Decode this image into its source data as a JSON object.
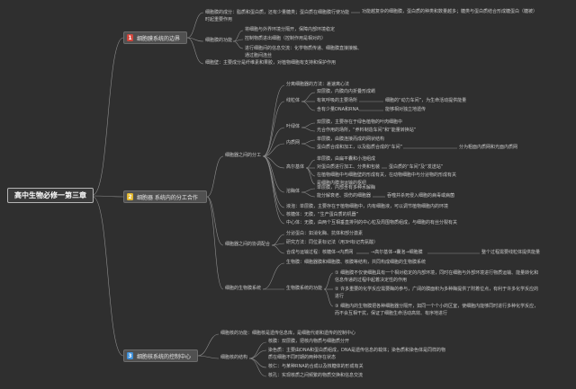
{
  "colors": {
    "background": "#2f2f2f",
    "line": "#8e8e8e",
    "text": "#c9c9c9",
    "badge_1": "#d2463c",
    "badge_2": "#e3b82f",
    "badge_3": "#3f90d9"
  },
  "root": {
    "title": "高中生物必修一第三章"
  },
  "branch1": {
    "number": "1",
    "title": "细胞膜系统的边界",
    "composition": "细胞膜的成分：脂质和蛋白质，还有少量糖类；蛋白质在细胞膜行使功能时起重要作用",
    "composition_note": "功能越复杂的细胞膜，蛋白质的种类和数量越多；糖类与蛋白质结合形成糖蛋白（糖被）",
    "functions": {
      "label": "细胞膜的功能",
      "items": [
        "将细胞与外界环境分隔开，保障内部环境稳定",
        "控制物质进出细胞（控制作用是相对的）",
        "进行细胞间的信息交流：化学物质传递、细胞膜直接接触、通过胞间连丝"
      ]
    },
    "cell_wall": "细胞壁：主要成分是纤维素和果胶，对植物细胞有支持和保护作用"
  },
  "branch2": {
    "number": "2",
    "title": "细胞器 系统内的分工合作",
    "division": {
      "label": "细胞器之间的分工",
      "separation": "分离细胞器的方法：差速离心法",
      "mitochondria": {
        "label": "线粒体",
        "items": [
          "双层膜，内膜向内折叠形成嵴",
          "有氧呼吸的主要场所",
          "含有少量DNA和RNA"
        ],
        "notes": [
          "细胞的“动力车间”，为生命活动提供能量",
          "能够相对独立地遗传"
        ]
      },
      "chloroplast": {
        "label": "叶绿体",
        "items": [
          "双层膜，主要存在于绿色植物的叶肉细胞中",
          "光合作用的场所，“养料制造车间”和“能量转换站”"
        ]
      },
      "er": {
        "label": "内质网",
        "items": [
          "单层膜，由膜连接而成的网状结构",
          "蛋白质合成和加工，以及脂质合成的“车间”"
        ],
        "note": "分为粗面内质网和光面内质网"
      },
      "golgi": {
        "label": "高尔基体",
        "items": [
          "单层膜，由扁平囊和小泡组成",
          "对蛋白质进行加工、分类和包装",
          "在植物细胞中与细胞壁的形成有关，在动物细胞中与分泌物的形成有关",
          "是细胞内膜泡运输的枢纽"
        ],
        "note": "蛋白质的“车间”及“发送站”"
      },
      "lysosome": {
        "label": "溶酶体",
        "items": [
          "单层膜，内部含有多种水解酶",
          "能分解衰老、损伤的细胞器"
        ],
        "note": "吞噬并杀死侵入细胞的病毒或病菌"
      },
      "vacuole": "液泡：单层膜，主要存在于植物细胞中，内有细胞液，可以调节植物细胞内的环境",
      "ribosome": "核糖体：无膜，“生产蛋白质的机器”",
      "centrosome": "中心体：无膜，由两个互相垂直排列的中心粒及周围物质组成，与细胞的有丝分裂有关"
    },
    "cooperation": {
      "label": "细胞器之间的协调配合",
      "items": [
        "分泌蛋白：如消化酶、抗体和部分激素",
        "研究方法：同位素标记法（用3H标记亮氨酸）",
        "合成与运输过程：核糖体→内质网"
      ],
      "steps": [
        "→高尔基体→囊泡→细胞膜",
        "整个过程需要线粒体提供能量"
      ]
    },
    "membrane_system": {
      "label": "细胞的生物膜系统",
      "composition": "生物膜：细胞器膜和细胞膜、核膜等结构，共同构成细胞的生物膜系统",
      "functions": {
        "label": "生物膜系统的功能",
        "items": [
          "① 细胞膜不仅使细胞具有一个相对稳定的内部环境，同时在细胞与外部环境进行物质运输、能量转化和信息传递的过程中起着决定性的作用",
          "② 许多重要的化学反应需要酶的参与，广阔的膜面积为多种酶提供了附着位点，有利于许多化学反应的进行",
          "③ 细胞内的生物膜把各种细胞器分隔开，如同一个个小的区室，使细胞内能够同时进行多种化学反应，而不会互相干扰，保证了细胞生命活动高效、有序地进行"
        ]
      }
    }
  },
  "branch3": {
    "number": "3",
    "title": "细胞核系统的控制中心",
    "function": "细胞核的功能：细胞核是遗传信息库，是细胞代谢和遗传的控制中心",
    "structure": {
      "label": "细胞核的结构",
      "items": [
        "核膜：双层膜，把核内物质与细胞质分开",
        "染色质：主要由DNA和蛋白质组成，DNA是遗传信息的载体；染色质和染色体是同样的物质在细胞不同时期的两种存在状态",
        "核仁：与某种RNA的合成以及核糖体的形成有关",
        "核孔：实现核质之间频繁的物质交换和信息交流"
      ]
    }
  }
}
